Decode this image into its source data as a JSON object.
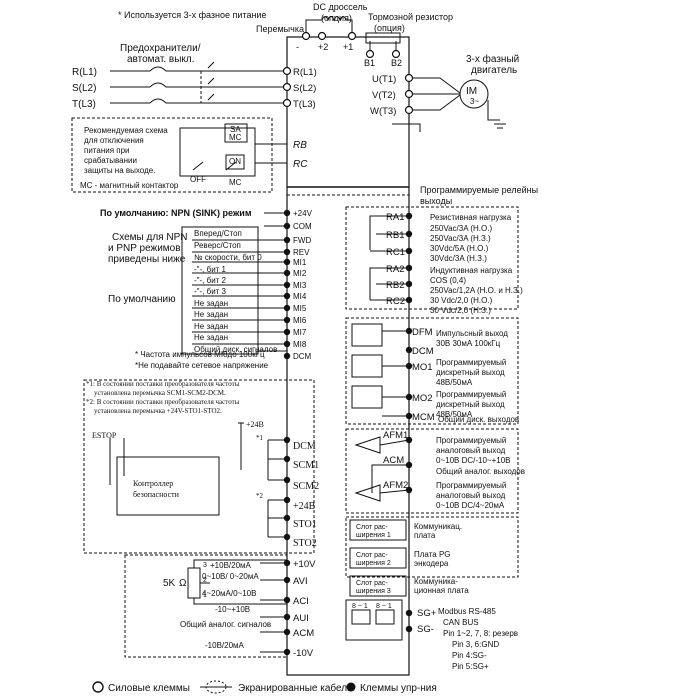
{
  "top": {
    "note_phase": "* Используется 3-х фазное питание",
    "dc_choke": [
      "DC дроссель",
      "(опция)"
    ],
    "brake_resistor": [
      "Тормозной резистор",
      "(опция)"
    ],
    "jumper": "Перемычка",
    "bus_terminals": [
      "-",
      "+2",
      "+1",
      "B1",
      "B2"
    ]
  },
  "power": {
    "fuses": [
      "Предохранители/",
      "автомат. выкл."
    ],
    "inputs_left": [
      "R(L1)",
      "S(L2)",
      "T(L3)"
    ],
    "inputs_right": [
      "R(L1)",
      "S(L2)",
      "T(L3)"
    ],
    "outputs": [
      "U(T1)",
      "V(T2)",
      "W(T3)"
    ],
    "motor_label": [
      "3-х фазный",
      "двигатель"
    ],
    "motor_symbol": "IM",
    "motor_sub": "3~"
  },
  "protection": {
    "text": [
      "Рекомендуемая схема",
      "для отключения",
      "питания при",
      "срабатывании",
      "защиты на выходе."
    ],
    "mc_note": "МС - магнитный контактор",
    "sa": "SA",
    "mc": "MC",
    "off": "OFF",
    "on": "ON",
    "rb": "RB",
    "rc": "RC"
  },
  "digital": {
    "default_mode": "По умолчанию: NPN (SINK) режим",
    "schemes": [
      "Схемы для NPN",
      "и PNP режимов",
      "приведены ниже"
    ],
    "default_label": "По умолчанию",
    "terminals": [
      "+24V",
      "COM",
      "FWD",
      "REV",
      "MI1",
      "MI2",
      "MI3",
      "MI4",
      "MI5",
      "MI6",
      "MI7",
      "MI8",
      "DCM"
    ],
    "labels": [
      "Вперед/Стоп",
      "Реверс/Стоп",
      "№ скорости, бит 0",
      "-\"-, бит 1",
      "-\"-, бит 2",
      "-\"-, бит 3",
      "Не задан",
      "Не задан",
      "Не задан",
      "Не задан",
      "Общий диск. сигналов"
    ],
    "pulse_note": "* Частота импульсов MI8до 100кГц",
    "voltage_note": "*Не подавайте сетевое напряжение"
  },
  "safety": {
    "note1": [
      "*1: В состоянии поставки преобразователя частоты",
      "установлена перемычка SCM1-SCM2-DCM."
    ],
    "note2": [
      "*2: В состоянии поставки преобразователя частоты",
      "установлена перемычка +24V-STO1-STO2."
    ],
    "estop": "ESTOP",
    "controller": [
      "Контроллер",
      "безопасности"
    ],
    "p24": "+24В",
    "terminals": [
      "DCM",
      "SCM1",
      "SCM2",
      "+24В",
      "STO1",
      "STO2"
    ],
    "marks": [
      "*1",
      "*2"
    ]
  },
  "analog_in": {
    "terminals": [
      "+10V",
      "AVI",
      "ACI",
      "AUI",
      "ACM",
      "-10V"
    ],
    "pot": "5K",
    "pot_ohm": "Ω",
    "pot_pins": [
      "3",
      "2",
      "1"
    ],
    "labels": [
      "+10В/20мА",
      "0~10В/ 0~20мА",
      "4~20мА/0~10В",
      "-10~+10В",
      "Общий аналог. сигналов",
      "-10В/20мА"
    ]
  },
  "relays": {
    "header": [
      "Программируемые релейны",
      "выходы"
    ],
    "terminals": [
      "RA1",
      "RB1",
      "RC1",
      "RA2",
      "RB2",
      "RC2"
    ],
    "desc1": [
      "Резистивная нагрузка",
      "250Vac/3A (Н.О.)",
      "250Vac/3A (Н.З.)",
      "30Vdc/5A (Н.О.)",
      "30Vdc/3A (Н.З.)"
    ],
    "desc2": [
      "Индуктивная нагрузка",
      "COS (0,4)",
      "250Vac/1,2A (Н.О. и Н.З.)",
      "30 Vdc/2,0 (Н.О.)",
      "30 Vdc/2,0 (Н.З.)"
    ]
  },
  "dig_out": {
    "terminals": [
      "DFM",
      "DCM",
      "MO1",
      "MO2",
      "MCM"
    ],
    "labels": [
      "Импульсный выход",
      "30В 30мА 100кГц",
      "Программируемый",
      "дискретный выход",
      "48В/50мА",
      "Программируемый",
      "дискретный выход",
      "48В/50мА",
      "Общий диск. выходов"
    ]
  },
  "an_out": {
    "terminals": [
      "AFM1",
      "ACM",
      "AFM2"
    ],
    "labels": [
      "Программируемый",
      "аналоговый выход",
      "0~10В DC/-10~+10В",
      "Общий аналог. выходов",
      "Программируемый",
      "аналоговый выход",
      "0~10В DC/4~20мА"
    ]
  },
  "slots": {
    "boxes": [
      [
        "Слот рас-",
        "ширения 1"
      ],
      [
        "Слот рас-",
        "ширения 2"
      ],
      [
        "Слот рас-",
        "ширения 3"
      ]
    ],
    "labels": [
      [
        "Коммуникац.",
        "плата"
      ],
      [
        "Плата PG",
        "энкодера"
      ],
      [
        "Коммуника-",
        "ционная плата"
      ]
    ]
  },
  "comm": {
    "sg": [
      "SG+",
      "SG-"
    ],
    "pins": [
      "8 ~ 1",
      "8 ~ 1"
    ],
    "lines": [
      "Modbus RS-485",
      "CAN BUS",
      "Pin 1~2, 7, 8: резерв",
      "Pin 3, 6:GND",
      "Pin 4:SG-",
      "Pin 5:SG+"
    ]
  },
  "legend": {
    "power": "Силовые клеммы",
    "shielded": "Экранированные кабели",
    "control": "Клеммы упр-ния"
  }
}
